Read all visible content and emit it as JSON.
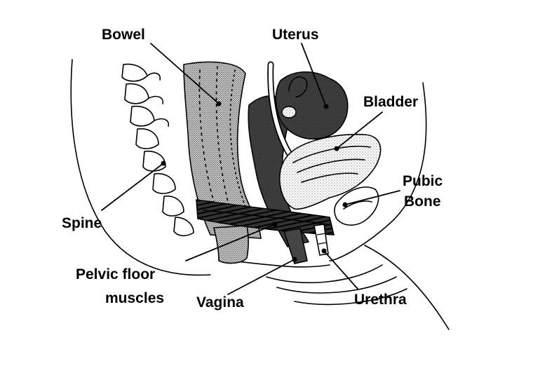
{
  "labels": {
    "bowel": "Bowel",
    "uterus": "Uterus",
    "bladder": "Bladder",
    "pubic_bone_line1": "Pubic",
    "pubic_bone_line2": "Bone",
    "spine": "Spine",
    "pelvic_floor_line1": "Pelvic floor",
    "pelvic_floor_line2": "muscles",
    "vagina": "Vagina",
    "urethra": "Urethra"
  },
  "colors": {
    "ink": "#000000",
    "paper": "#ffffff",
    "dark_tone": "#2a2a2a",
    "mid_tone": "#777777",
    "light_tone": "#c8c8c8"
  }
}
